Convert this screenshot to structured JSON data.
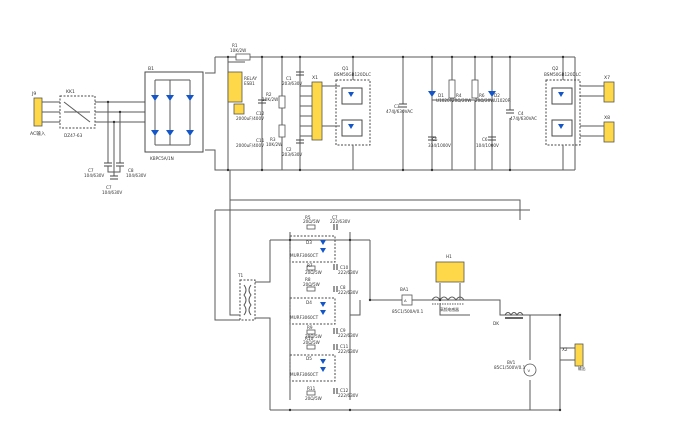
{
  "labels": {
    "J9": "J9",
    "ac_in": "AC输入",
    "kk1": "KK1",
    "kk1_model": "DZ47-63",
    "c7a": "C7",
    "c7a_val": "104/630V",
    "c8": "C8",
    "c8_val": "104/630V",
    "c7b": "C7",
    "c7b_val": "104/630V",
    "b1": "B1",
    "b1_model": "KBPC5A/1N",
    "r1": "R1",
    "r1_val": "10K/2W",
    "relay": "RELAY",
    "relay_model": "ESB1",
    "c12": "C12",
    "c12_val": "2000uF/400V",
    "r2": "R2",
    "r2_val": "10K/2W",
    "c11": "C11",
    "c11_val": "2000uF/400V",
    "c1": "C1",
    "c1_val": "203/630V",
    "r3": "R3",
    "r3_val": "10K/2W",
    "c2": "C2",
    "c2_val": "203/630V",
    "x1": "X1",
    "q1": "Q1",
    "q1_model": "BSM50GB120DLC",
    "c3": "C3",
    "c3_val": "474J/630VAC",
    "d1": "D1",
    "d1_val": "U1020R",
    "r4": "R4",
    "r4_val": "20Ω/20W",
    "r6": "R6",
    "r6_val": "20Ω/20W",
    "d2": "D2",
    "d2_val": "U1020R",
    "c5": "C5",
    "c5_val": "334/1000V",
    "c6": "C6",
    "c6_val": "104/1000V",
    "c4": "C4",
    "c4_val": "474J/630VAC",
    "q2": "Q2",
    "q2_model": "BSM50GB120DLC",
    "x7": "X7",
    "x8": "X8",
    "t1": "T1",
    "r5": "R5",
    "r5_val": "20Ω/5W",
    "c7c": "C7",
    "c7c_val": "222/630V",
    "d3": "D3",
    "d3_model": "MURF3060CT",
    "r7": "R7",
    "r7_val": "20Ω/5W",
    "c10": "C10",
    "c10_val": "222/630V",
    "r8": "R8",
    "r8_val": "20Ω/5W",
    "c8b": "C8",
    "c8b_val": "222/630V",
    "d4": "D4",
    "d4_model": "MURF3060CT",
    "r9": "R9",
    "r9_val": "20Ω/5W",
    "c9": "C9",
    "c9_val": "222/630V",
    "r10": "R10",
    "r10_val": "20Ω/5W",
    "c11b": "C11",
    "c11b_val": "222/630V",
    "d5": "D5",
    "d5_model": "MURF3060CT",
    "r11": "R11",
    "r11_val": "20Ω/5W",
    "c12b": "C12",
    "c12b_val": "222/630V",
    "ba1": "BA1",
    "ba1_model": "85C1/500A/0.1",
    "h1": "H1",
    "hf": "高频电感器",
    "dk": "DK",
    "bv1": "BV1",
    "bv1_model": "85C1/500V/0.1",
    "x2": "X2",
    "x2_sub": "输出"
  },
  "colors": {
    "diode": "#1456c8",
    "component": "#ffd84a",
    "wire": "#5a5a5a"
  }
}
